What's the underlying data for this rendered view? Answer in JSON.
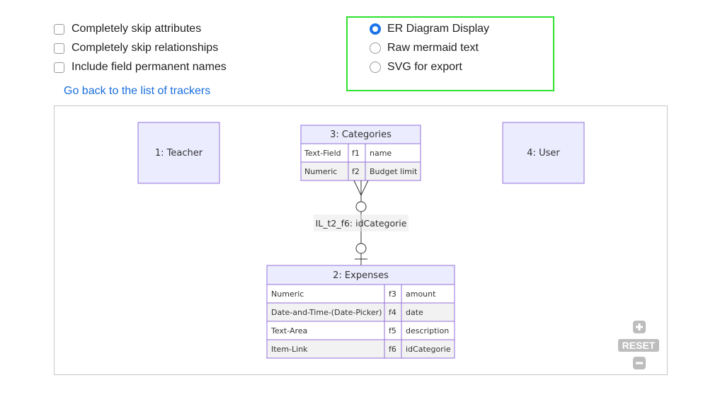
{
  "options": {
    "checkboxes": [
      {
        "label": "Completely skip attributes",
        "checked": false
      },
      {
        "label": "Completely skip relationships",
        "checked": false
      },
      {
        "label": "Include field permanent names",
        "checked": false
      }
    ],
    "display_modes": [
      {
        "label": "ER Diagram Display",
        "selected": true
      },
      {
        "label": "Raw mermaid text",
        "selected": false
      },
      {
        "label": "SVG for export",
        "selected": false
      }
    ]
  },
  "back_link": "Go back to the list of trackers",
  "diagram": {
    "entities": {
      "teacher": {
        "title": "1: Teacher"
      },
      "user": {
        "title": "4: User"
      },
      "categories": {
        "title": "3: Categories",
        "attributes": [
          {
            "type": "Text-Field",
            "key": "f1",
            "name": "name"
          },
          {
            "type": "Numeric",
            "key": "f2",
            "name": "Budget limit"
          }
        ]
      },
      "expenses": {
        "title": "2: Expenses",
        "attributes": [
          {
            "type": "Numeric",
            "key": "f3",
            "name": "amount"
          },
          {
            "type": "Date-and-Time-(Date-Picker)",
            "key": "f4",
            "name": "date"
          },
          {
            "type": "Text-Area",
            "key": "f5",
            "name": "description"
          },
          {
            "type": "Item-Link",
            "key": "f6",
            "name": "idCategorie"
          }
        ]
      }
    },
    "relationship_label": "IL_t2_f6: idCategorie",
    "colors": {
      "entity_fill": "#ECECFF",
      "entity_stroke": "#9370DB",
      "row_alt": "#F2F2F2",
      "label_bg": "#E8E8E8"
    }
  },
  "zoom_controls": {
    "reset_label": "RESET",
    "zoom_in_icon": "plus-icon",
    "zoom_out_icon": "minus-icon"
  }
}
